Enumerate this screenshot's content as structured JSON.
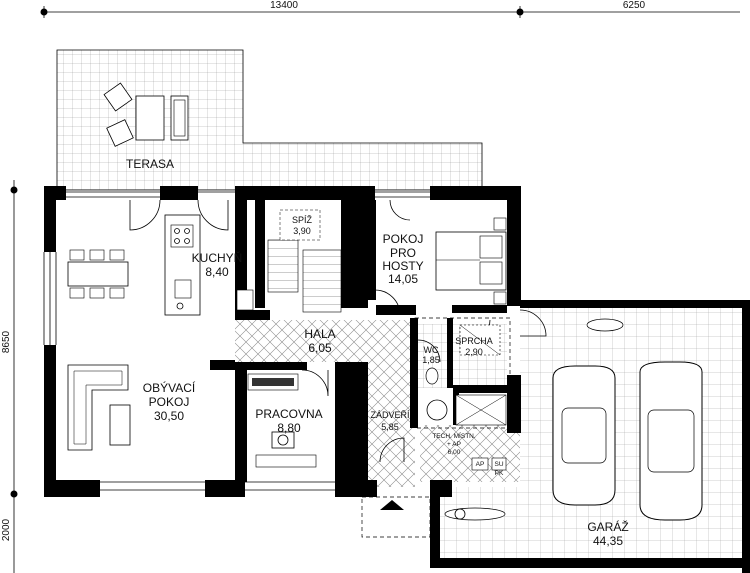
{
  "dimensions": {
    "top_left": "13400",
    "top_right": "6250",
    "left_main": "8650",
    "left_bottom": "2000"
  },
  "rooms": {
    "terasa": {
      "name": "TERASA"
    },
    "kuchyn": {
      "name": "KUCHYŇ",
      "area": "8,40"
    },
    "spiz": {
      "name": "SPÍŽ",
      "area": "3,90"
    },
    "pokoj_pro_hosty": {
      "line1": "POKOJ",
      "line2": "PRO",
      "line3": "HOSTY",
      "area": "14,05"
    },
    "hala": {
      "name": "HALA",
      "area": "6,05"
    },
    "wc": {
      "name": "WC",
      "area": "1,85"
    },
    "sprcha": {
      "name": "SPRCHA",
      "area": "2,90"
    },
    "obyvaci_pokoj": {
      "line1": "OBÝVACÍ",
      "line2": "POKOJ",
      "area": "30,50"
    },
    "pracovna": {
      "name": "PRACOVNA",
      "area": "8,80"
    },
    "zadveri": {
      "name": "ZÁDVEŘÍ",
      "area": "5,85"
    },
    "tech_mistnost": {
      "line1": "TECH. MÍSTN.",
      "line2": "+ AP",
      "area": "6,00"
    },
    "garaz": {
      "name": "GARÁŽ",
      "area": "44,35"
    }
  },
  "fixtures": {
    "ap_label": "AP",
    "pk_label": "PK",
    "su_label": "SU"
  },
  "colors": {
    "wall": "#000000",
    "hatch": "#8c8c8c",
    "background": "#ffffff"
  }
}
